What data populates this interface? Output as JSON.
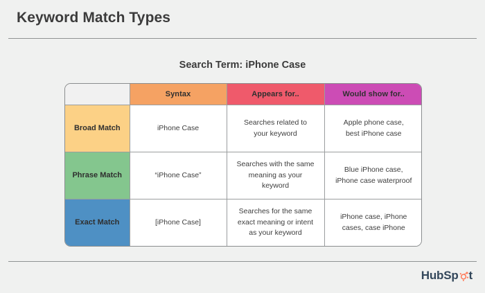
{
  "slide": {
    "title": "Keyword Match Types",
    "subtitle": "Search Term: iPhone Case"
  },
  "table": {
    "headers": [
      "",
      "Syntax",
      "Appears for..",
      "Would show for.."
    ],
    "header_colors": {
      "blank": "#f1f1f1",
      "syntax": "#f5a263",
      "appears": "#ef5a6b",
      "would": "#cc4cb5"
    },
    "rows": [
      {
        "label_line1": "Broad",
        "label_line2": "Match",
        "label_color": "#fcd186",
        "syntax": "iPhone Case",
        "appears_line1": "Searches related to",
        "appears_line2": "your keyword",
        "appears_line3": "",
        "would_line1": "Apple phone case,",
        "would_line2": "best iPhone case"
      },
      {
        "label_line1": "Phrase",
        "label_line2": "Match",
        "label_color": "#84c68e",
        "syntax": "“iPhone Case”",
        "appears_line1": "Searches with the same",
        "appears_line2": "meaning as your",
        "appears_line3": "keyword",
        "would_line1": "Blue iPhone case,",
        "would_line2": "iPhone case waterproof"
      },
      {
        "label_line1": "Exact",
        "label_line2": "Match",
        "label_color": "#4e90c4",
        "syntax": "[iPhone Case]",
        "appears_line1": "Searches for the same",
        "appears_line2": "exact meaning or intent",
        "appears_line3": "as your keyword",
        "would_line1": "iPhone case, iPhone",
        "would_line2": "cases, case iPhone"
      }
    ]
  },
  "branding": {
    "logo_prefix": "HubSp",
    "logo_suffix": "t",
    "logo_text_color": "#33475b",
    "logo_accent_color": "#ff7a59"
  }
}
